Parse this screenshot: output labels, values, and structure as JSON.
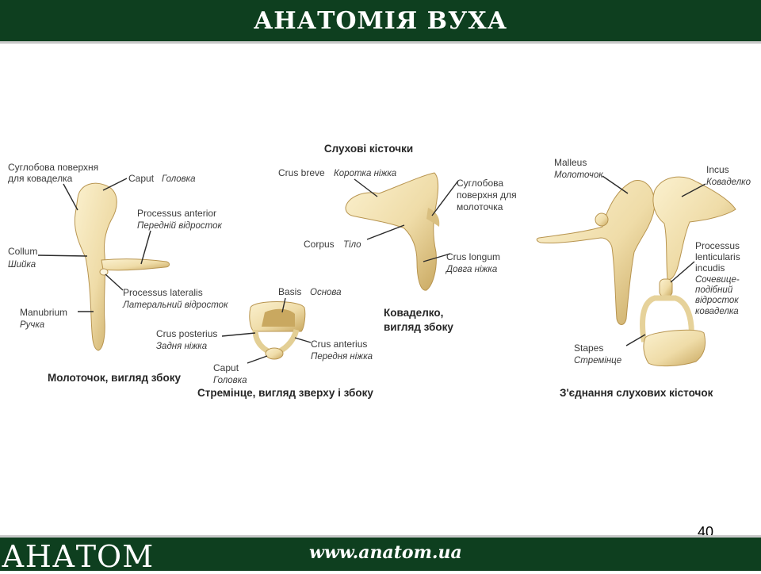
{
  "header": {
    "title": "АНАТОМІЯ ВУХА"
  },
  "footer": {
    "logo": "АНАТОМ",
    "website": "www.anatom.ua"
  },
  "page_number": "40",
  "main_title": "Слухові кісточки",
  "malleus": {
    "caption": "Молоточок, вигляд збоку",
    "articular_surface": [
      "Суглобова поверхня",
      "для коваделка"
    ],
    "caput": "Caput",
    "caput_ua": "Головка",
    "processus_anterior": "Processus anterior",
    "processus_anterior_ua": "Передній відросток",
    "collum": "Collum",
    "collum_ua": "Шийка",
    "processus_lateralis": "Processus lateralis",
    "processus_lateralis_ua": "Латеральний відросток",
    "manubrium": "Manubrium",
    "manubrium_ua": "Ручка"
  },
  "incus": {
    "caption": [
      "Коваделко,",
      "вигляд збоку"
    ],
    "crus_breve": "Crus breve",
    "crus_breve_ua": "Коротка ніжка",
    "articular_surface": [
      "Суглобова",
      "поверхня для",
      "молоточка"
    ],
    "corpus": "Corpus",
    "corpus_ua": "Тіло",
    "crus_longum": "Crus longum",
    "crus_longum_ua": "Довга ніжка"
  },
  "stapes": {
    "caption": "Стремінце, вигляд зверху і збоку",
    "basis": "Basis",
    "basis_ua": "Основа",
    "crus_posterius": "Crus posterius",
    "crus_posterius_ua": "Задня ніжка",
    "crus_anterius": "Crus anterius",
    "crus_anterius_ua": "Передня ніжка",
    "caput": "Caput",
    "caput_ua": "Головка"
  },
  "joint": {
    "caption": "З'єднання слухових кісточок",
    "malleus": "Malleus",
    "malleus_ua": "Молоточок",
    "incus": "Incus",
    "incus_ua": "Коваделко",
    "processus_lenticularis": [
      "Processus",
      "lenticularis",
      "incudis"
    ],
    "processus_lenticularis_ua": [
      "Сочевице-",
      "подібний",
      "відросток",
      "коваделка"
    ],
    "stapes": "Stapes",
    "stapes_ua": "Стремінце"
  },
  "colors": {
    "bar": "#0e3f1f",
    "bone": "#efdca8",
    "bone_shadow": "#c9a860"
  }
}
